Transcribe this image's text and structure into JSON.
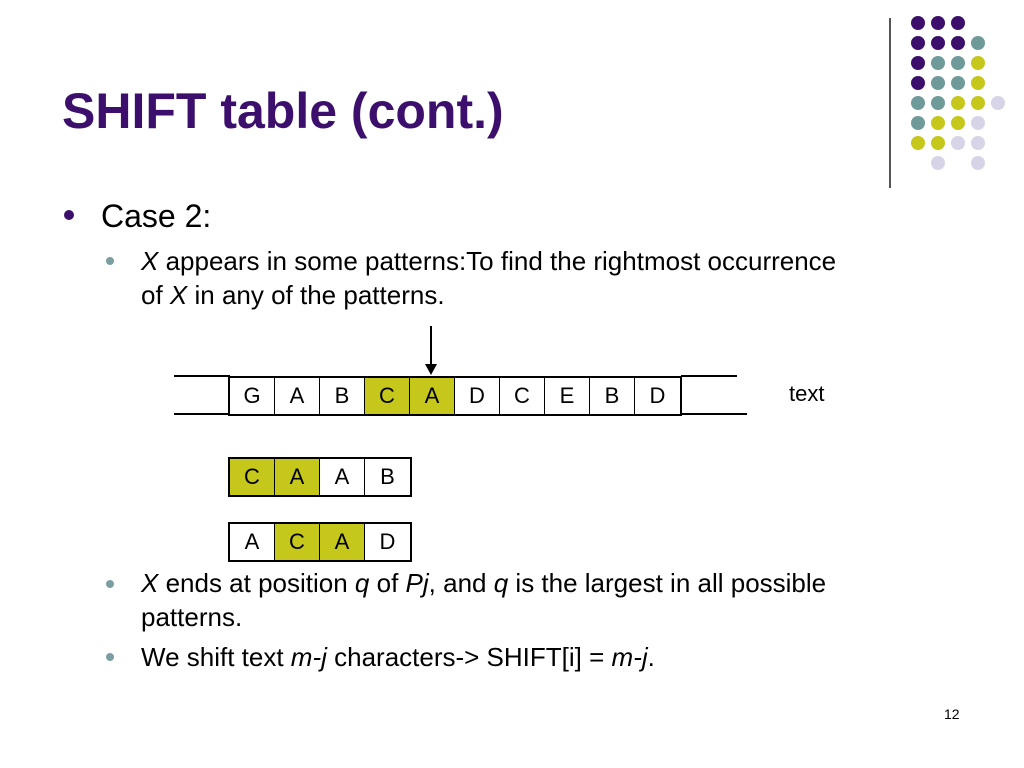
{
  "slide": {
    "title": "SHIFT table (cont.)",
    "page_number": "12"
  },
  "colors": {
    "title": "#3b0f6b",
    "highlight": "#c5c81a",
    "dot_purple": "#3b0f6b",
    "dot_teal": "#6f9a9a",
    "dot_yellow": "#c5c81a",
    "dot_lavender": "#d6d4e6"
  },
  "bullets": {
    "level1": "Case 2:",
    "item1_a": "X",
    "item1_b": " appears in some patterns:To find the rightmost occurrence of ",
    "item1_c": "X",
    "item1_d": " in any of the patterns.",
    "item2_a": "X",
    "item2_b": " ends at position ",
    "item2_c": "q",
    "item2_d": " of ",
    "item2_e": "Pj",
    "item2_f": ", and ",
    "item2_g": "q",
    "item2_h": " is the largest in all possible patterns.",
    "item3_a": "We shift text ",
    "item3_b": "m-j",
    "item3_c": " characters-> SHIFT[i] = ",
    "item3_d": "m-j",
    "item3_e": "."
  },
  "diagram": {
    "text_label": "text",
    "text_cells": [
      "G",
      "A",
      "B",
      "C",
      "A",
      "D",
      "C",
      "E",
      "B",
      "D"
    ],
    "text_highlight": [
      false,
      false,
      false,
      true,
      true,
      false,
      false,
      false,
      false,
      false
    ],
    "pattern1_cells": [
      "C",
      "A",
      "A",
      "B"
    ],
    "pattern1_highlight": [
      true,
      true,
      false,
      false
    ],
    "pattern2_cells": [
      "A",
      "C",
      "A",
      "D"
    ],
    "pattern2_highlight": [
      false,
      true,
      true,
      false
    ]
  }
}
